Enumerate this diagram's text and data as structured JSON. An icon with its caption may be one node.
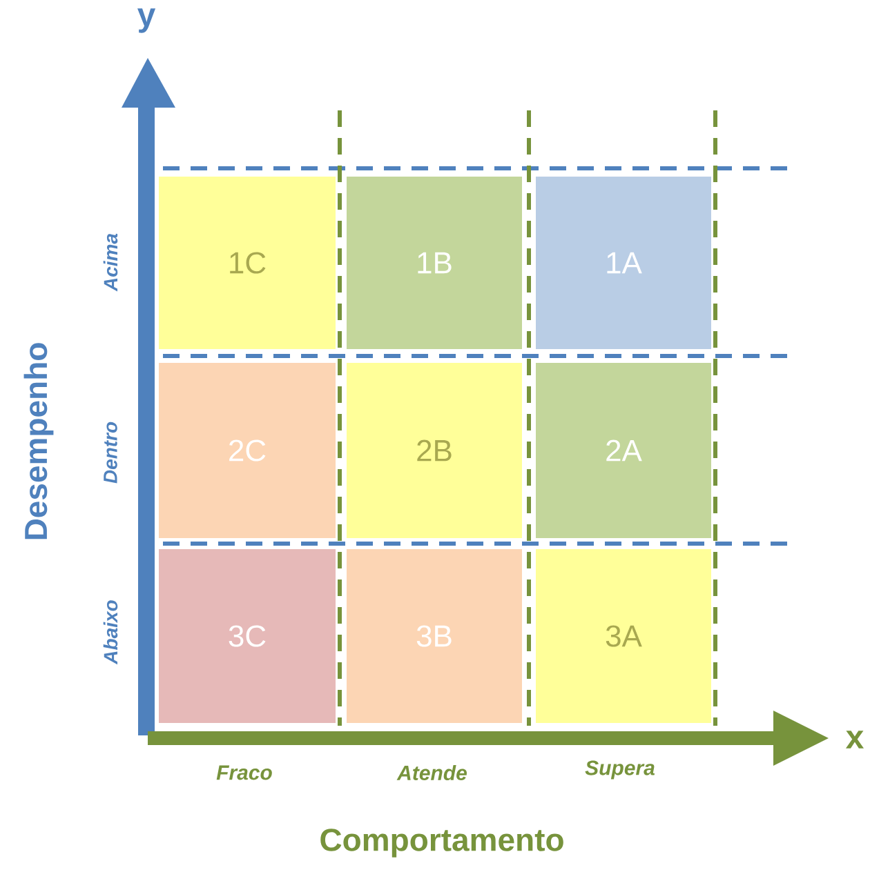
{
  "diagram": {
    "nodes": [
      {
        "text": [
          "1C"
        ]
      },
      {
        "text": [
          "1B"
        ]
      },
      {
        "text": [
          "1A"
        ]
      },
      {
        "text": [
          "2C"
        ]
      },
      {
        "text": [
          "2B"
        ]
      },
      {
        "text": [
          "2A"
        ]
      },
      {
        "text": [
          "3C"
        ]
      },
      {
        "text": [
          "3B"
        ]
      },
      {
        "text": [
          "3A"
        ]
      }
    ],
    "labels": [
      "y",
      "Desempenho",
      "Acima",
      "Dentro",
      "Abaixo",
      "x",
      "Fraco",
      "Atende",
      "Supera",
      "Comportamento"
    ]
  }
}
